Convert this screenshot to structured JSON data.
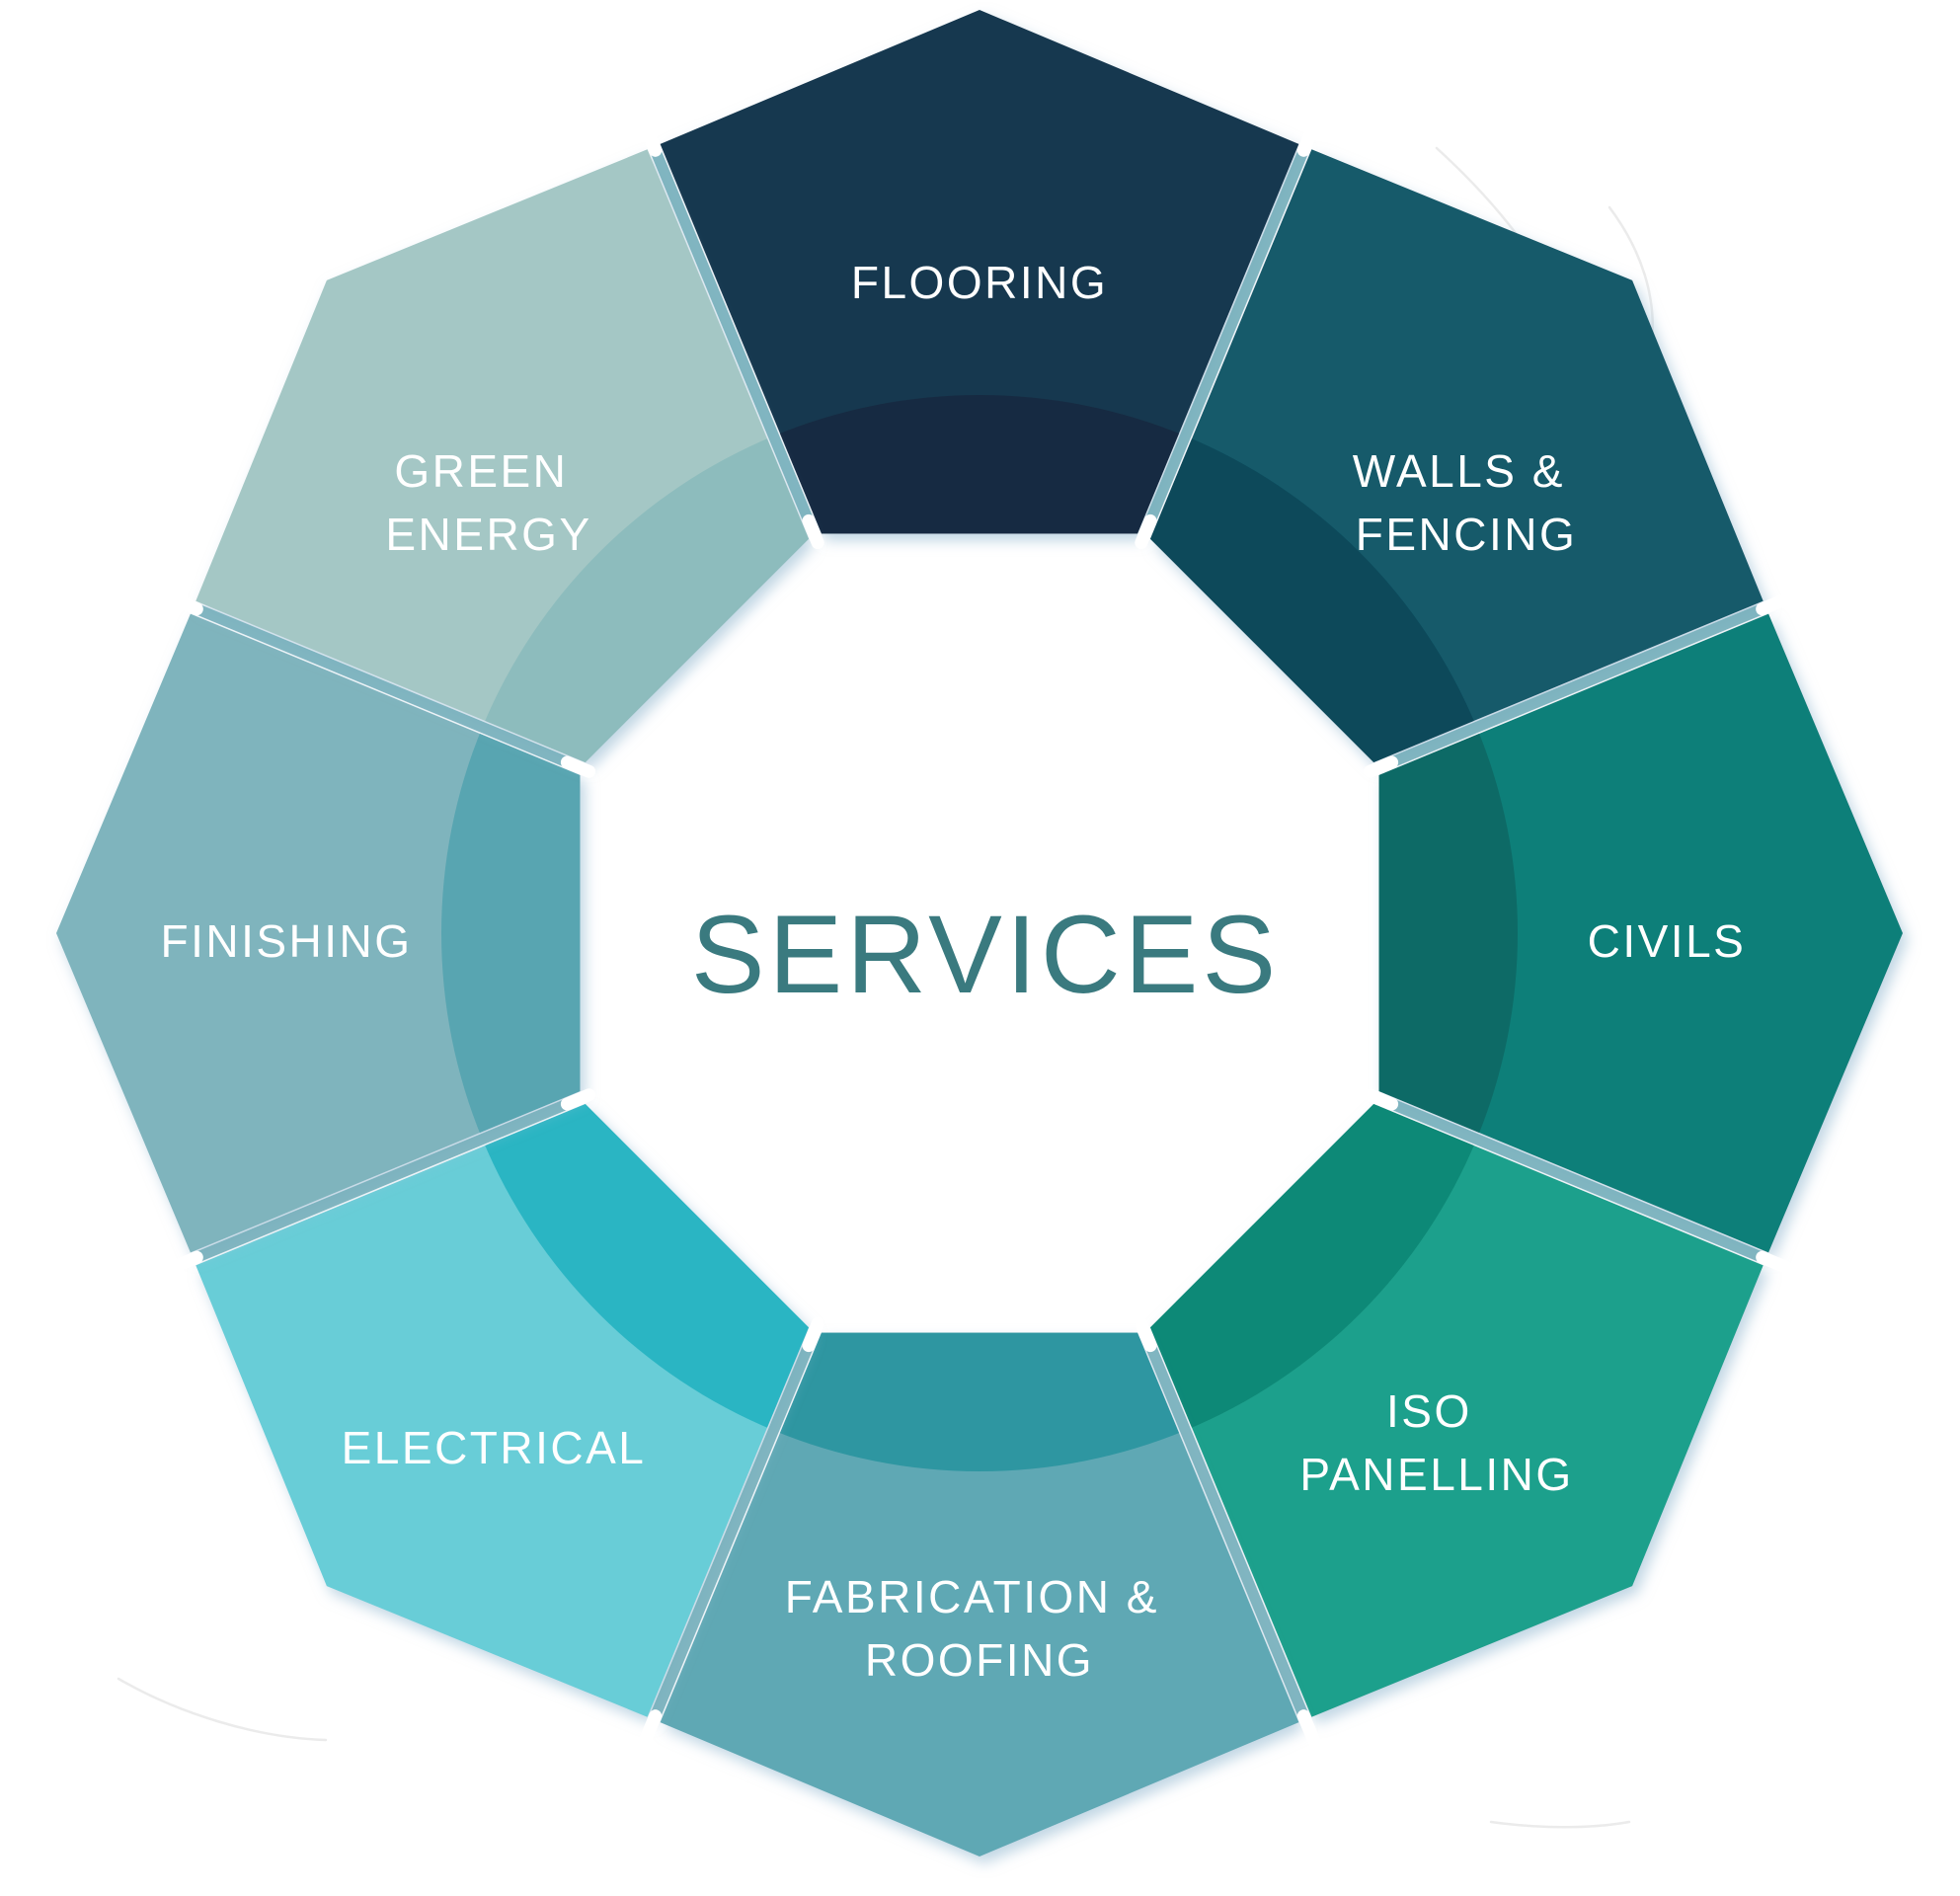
{
  "diagram": {
    "title": "SERVICES",
    "title_color": "#3A7A7F",
    "label_color": "#FFFFFF",
    "divider_color": "#74AEBA",
    "divider_cap_color": "#FFFFFF",
    "background_color": "#FFFFFF",
    "segments": [
      {
        "lines": [
          "FLOORING"
        ],
        "color": "#17384F",
        "inner_shade": "#142C42"
      },
      {
        "lines": [
          "WALLS &",
          "FENCING"
        ],
        "color": "#135A6B",
        "inner_shade": "#0E4A5A"
      },
      {
        "lines": [
          "CIVILS"
        ],
        "color": "#0F7F79",
        "inner_shade": "#0C6A66"
      },
      {
        "lines": [
          "ISO",
          "PANELLING"
        ],
        "color": "#1EA08C",
        "inner_shade": "#118977"
      },
      {
        "lines": [
          "FABRICATION &",
          "ROOFING"
        ],
        "color": "#5FA8B4",
        "inner_shade": "#2F96A1"
      },
      {
        "lines": [
          "ELECTRICAL"
        ],
        "color": "#68CDD7",
        "inner_shade": "#2CB5C3"
      },
      {
        "lines": [
          "FINISHING"
        ],
        "color": "#7FB4BD",
        "inner_shade": "#58A5B1"
      },
      {
        "lines": [
          "GREEN",
          "ENERGY"
        ],
        "color": "#A4C7C5",
        "inner_shade": "#8DBCBD"
      }
    ]
  }
}
